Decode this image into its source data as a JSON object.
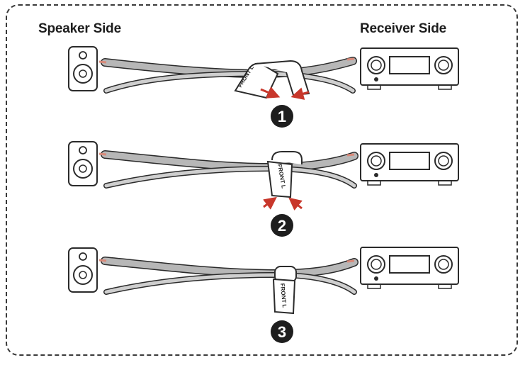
{
  "headers": {
    "speaker_side": "Speaker Side",
    "receiver_side": "Receiver Side"
  },
  "tag_text": "FRONT L",
  "steps": [
    "1",
    "2",
    "3"
  ],
  "colors": {
    "outline": "#2b2b2b",
    "arrow": "#c8372b",
    "cable_fill": "#b7b7b7",
    "wire_tip": "#d98a7a"
  },
  "icons": [
    "speaker-icon",
    "receiver-icon",
    "cable-icon",
    "label-tag-icon",
    "red-arrow-icon"
  ]
}
